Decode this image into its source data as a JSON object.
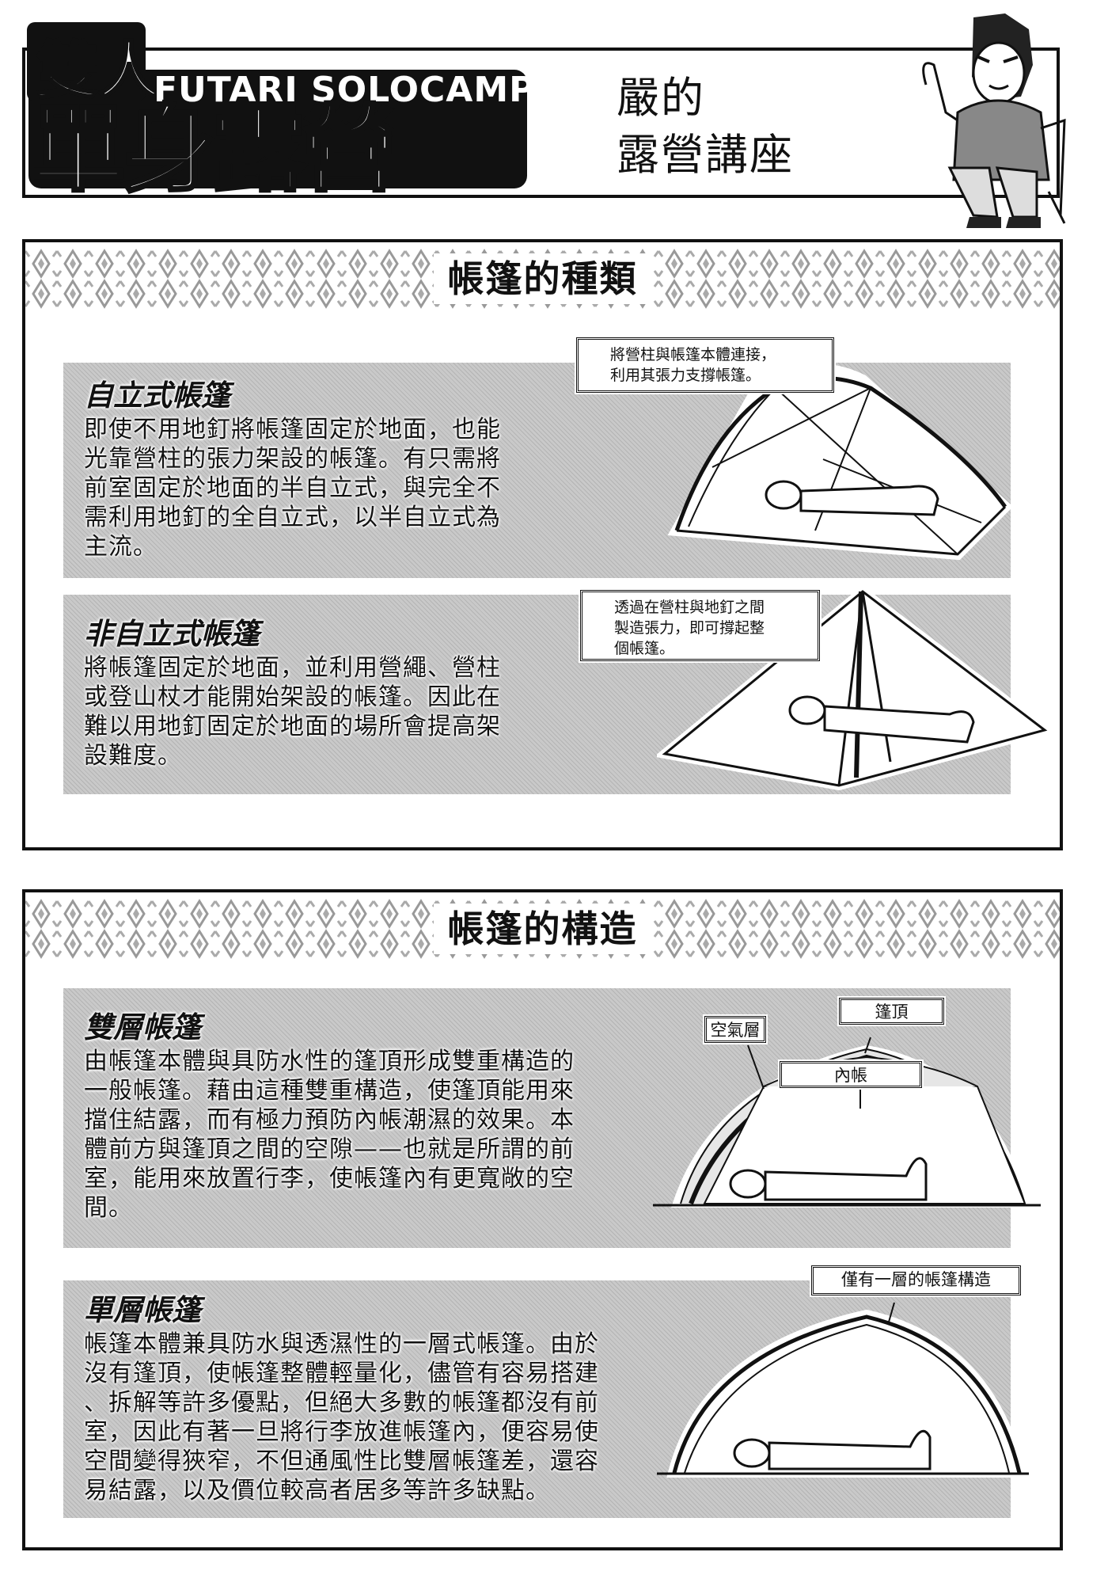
{
  "header": {
    "logo_top": "雙人",
    "logo_latin": "FUTARI SOLOCAMP",
    "logo_main": "單身露營",
    "lecture_line1": "嚴的",
    "lecture_line2": "露營講座"
  },
  "sections": [
    {
      "title": "帳篷的種類",
      "items": [
        {
          "heading": "自立式帳篷",
          "lines": [
            "即使不用地釘將帳篷固定於地面，也能",
            "光靠營柱的張力架設的帳篷。有只需將",
            "前室固定於地面的半自立式，與完全不",
            "需利用地釘的全自立式，以半自立式為",
            "主流。"
          ],
          "callout": [
            "將營柱與帳篷本體連接，",
            "利用其張力支撐帳篷。"
          ]
        },
        {
          "heading": "非自立式帳篷",
          "lines": [
            "將帳篷固定於地面，並利用營繩、營柱",
            "或登山杖才能開始架設的帳篷。因此在",
            "難以用地釘固定於地面的場所會提高架",
            "設難度。"
          ],
          "callout": [
            "透過在營柱與地釘之間",
            "製造張力，即可撐起整",
            "個帳篷。"
          ]
        }
      ]
    },
    {
      "title": "帳篷的構造",
      "items": [
        {
          "heading": "雙層帳篷",
          "lines": [
            "由帳篷本體與具防水性的篷頂形成雙重構造的",
            "一般帳篷。藉由這種雙重構造，使篷頂能用來",
            "擋住結露，而有極力預防內帳潮濕的效果。本",
            "體前方與篷頂之間的空隙——也就是所謂的前",
            "室，能用來放置行李，使帳篷內有更寬敞的空",
            "間。"
          ],
          "labels": {
            "air_layer": "空氣層",
            "flysheet": "篷頂",
            "inner_tent": "內帳"
          }
        },
        {
          "heading": "單層帳篷",
          "lines": [
            "帳篷本體兼具防水與透濕性的一層式帳篷。由於",
            "沒有篷頂，使帳篷整體輕量化，儘管有容易搭建",
            "、拆解等許多優點，但絕大多數的帳篷都沒有前",
            "室，因此有著一旦將行李放進帳篷內，便容易使",
            "空間變得狹窄，不但通風性比雙層帳篷差，還容",
            "易結露，以及價位較高者居多等許多缺點。"
          ],
          "labels": {
            "single_layer": "僅有一層的帳篷構造"
          }
        }
      ]
    }
  ]
}
